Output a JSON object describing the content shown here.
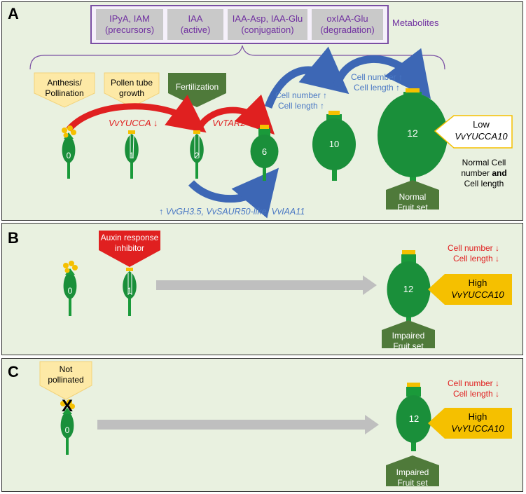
{
  "panels": {
    "a": "A",
    "b": "B",
    "c": "C"
  },
  "metabolites": {
    "cells": [
      {
        "line1": "IPyA, IAM",
        "line2": "(precursors)"
      },
      {
        "line1": "IAA",
        "line2": "(active)"
      },
      {
        "line1": "IAA-Asp, IAA-Glu",
        "line2": "(conjugation)"
      },
      {
        "line1": "oxIAA-Glu",
        "line2": "(degradation)"
      }
    ],
    "label": "Metabolites"
  },
  "callouts": {
    "anthesis": {
      "line1": "Anthesis/",
      "line2": "Pollination"
    },
    "pollen": {
      "line1": "Pollen tube",
      "line2": "growth"
    },
    "fertilization": "Fertilization",
    "auxin": {
      "line1": "Auxin response",
      "line2": "inhibitor"
    },
    "not_pollinated": {
      "line1": "Not",
      "line2": "pollinated"
    },
    "x_mark": "X"
  },
  "genes": {
    "yucca": "VvYUCCA",
    "tar2": "VvTAR2",
    "down": "↓",
    "induced_up": "↑",
    "induced_genes": "VvGH3.5, VvSAUR50-like, VvIAA11"
  },
  "cell_growth": {
    "cell_number_up": "Cell number ↑",
    "cell_length_up": "Cell length ↑",
    "cell_number_down": "Cell number ↓",
    "cell_length_down": "Cell length ↓"
  },
  "stages": {
    "s0": "0",
    "s1": "1",
    "s2": "2",
    "s6": "6",
    "s10": "10",
    "s12": "12"
  },
  "panel_a_right": {
    "low": "Low",
    "gene": "VvYUCCA10",
    "normal_line1": "Normal Cell",
    "normal_line2_pre": "number ",
    "normal_line2_bold": "and",
    "normal_line3": "Cell length",
    "fruit_set": {
      "line1": "Normal",
      "line2": "Fruit set"
    }
  },
  "high_yucca": {
    "high": "High",
    "gene": "VvYUCCA10"
  },
  "impaired": {
    "line1": "Impaired",
    "line2": "Fruit set"
  },
  "colors": {
    "panel_bg": "#e9f1e0",
    "fruit_green": "#1a9a3a",
    "purple": "#7030a0",
    "callout_yellow": "#fde9a6",
    "dark_green": "#4f7a3a",
    "red": "#e02020",
    "blue": "#4a78c4",
    "orange": "#f5c000",
    "grey_arrow": "#bfbfbf"
  }
}
